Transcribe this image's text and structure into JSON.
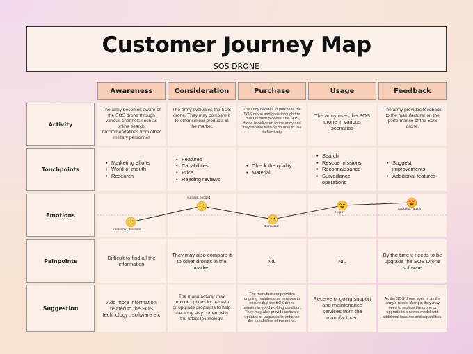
{
  "title": "Customer Journey Map",
  "subtitle": "SOS DRONE",
  "stages": [
    "Awareness",
    "Consideration",
    "Purchase",
    "Usage",
    "Feedback"
  ],
  "rows": {
    "activity": {
      "label": "Activity",
      "cells": [
        "The army becomes aware of the SOS drone through various channels such as online search, recommendations from other military personnel",
        "The army evaluates the SOS drone. They may compare it to other similar products in the market.",
        "The army decides to purchase the SOS drone and goes through the procurement process.The SOS drone is delivered to the army and they receive training on how to use it effectively.",
        "The army uses the SOS drone in various scenarios",
        "The army provides feedback to the manufacturer on the performance of the SOS drone."
      ]
    },
    "touchpoints": {
      "label": "Touchpoints",
      "cells": [
        [
          "Marketing efforts",
          "Word-of-mouth",
          "Research"
        ],
        [
          "Features",
          "Capabilities",
          "Price",
          "Reading reviews"
        ],
        [
          "Check the quality",
          "Material"
        ],
        [
          "Search",
          "Rescue missions",
          "Reconnaissance",
          "Surveillance operations"
        ],
        [
          "Suggest improvements",
          "Additional features"
        ]
      ]
    },
    "emotions": {
      "label": "Emotions",
      "points": [
        {
          "label": "interested, hesitant",
          "face": "neutral",
          "color": "#f2c94c"
        },
        {
          "label": "curious, excited",
          "face": "smile",
          "color": "#f2c94c"
        },
        {
          "label": "Confused",
          "face": "neutral",
          "color": "#f2c94c"
        },
        {
          "label": "Happy",
          "face": "happy",
          "color": "#f5c842"
        },
        {
          "label": "satisfied, happy",
          "face": "love",
          "color": "#f5b93a"
        }
      ]
    },
    "painpoints": {
      "label": "Painpoints",
      "cells": [
        "Difficult to find all the information",
        "They may also compare it to other drones in the market",
        "NIL",
        "NIL",
        "By the time it needs to be upgrade the SOS Drone software"
      ]
    },
    "suggestion": {
      "label": "Suggestion",
      "cells": [
        "Add more information related to the SOS technology , software etc",
        "The manufacturer may provide options for trade-in or upgrade programs to help the army stay current with the latest technology.",
        "The manufacturer provides ongoing maintenance services to ensure that the SOS drone remains in good working condition. They may also provide software updates or upgrades to enhance the capabilities of the drone.",
        "Receive ongoing support and maintenance services from the manufacturer.",
        "As the SOS drone ages or as the army's needs change, they may need to replace the drone or upgrade to a newer model with additional features and capabilities."
      ]
    }
  },
  "colors": {
    "stage_header": "#f7cdb8",
    "cell": "#fbefe8",
    "line": "#333333"
  }
}
